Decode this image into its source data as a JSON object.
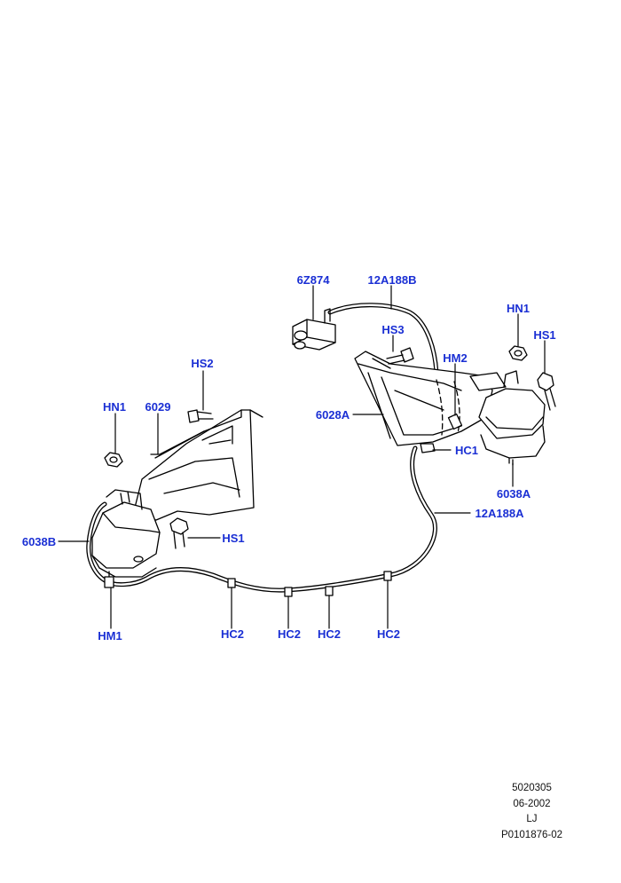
{
  "colors": {
    "label": "#1a2fd4",
    "line": "#000000",
    "background": "#ffffff"
  },
  "callouts": [
    {
      "id": "6z874",
      "text": "6Z874"
    },
    {
      "id": "12a188b",
      "text": "12A188B"
    },
    {
      "id": "hn1-right",
      "text": "HN1"
    },
    {
      "id": "hs3",
      "text": "HS3"
    },
    {
      "id": "hs1-right",
      "text": "HS1"
    },
    {
      "id": "hm2",
      "text": "HM2"
    },
    {
      "id": "hs2",
      "text": "HS2"
    },
    {
      "id": "6028a",
      "text": "6028A"
    },
    {
      "id": "hn1-left",
      "text": "HN1"
    },
    {
      "id": "6029",
      "text": "6029"
    },
    {
      "id": "hc1",
      "text": "HC1"
    },
    {
      "id": "6038a",
      "text": "6038A"
    },
    {
      "id": "12a188a",
      "text": "12A188A"
    },
    {
      "id": "6038b",
      "text": "6038B"
    },
    {
      "id": "hs1-left",
      "text": "HS1"
    },
    {
      "id": "hm1",
      "text": "HM1"
    },
    {
      "id": "hc2-1",
      "text": "HC2"
    },
    {
      "id": "hc2-2",
      "text": "HC2"
    },
    {
      "id": "hc2-3",
      "text": "HC2"
    },
    {
      "id": "hc2-4",
      "text": "HC2"
    }
  ],
  "meta": {
    "code": "5020305",
    "date": "06-2002",
    "initials": "LJ",
    "ref": "P0101876-02"
  }
}
